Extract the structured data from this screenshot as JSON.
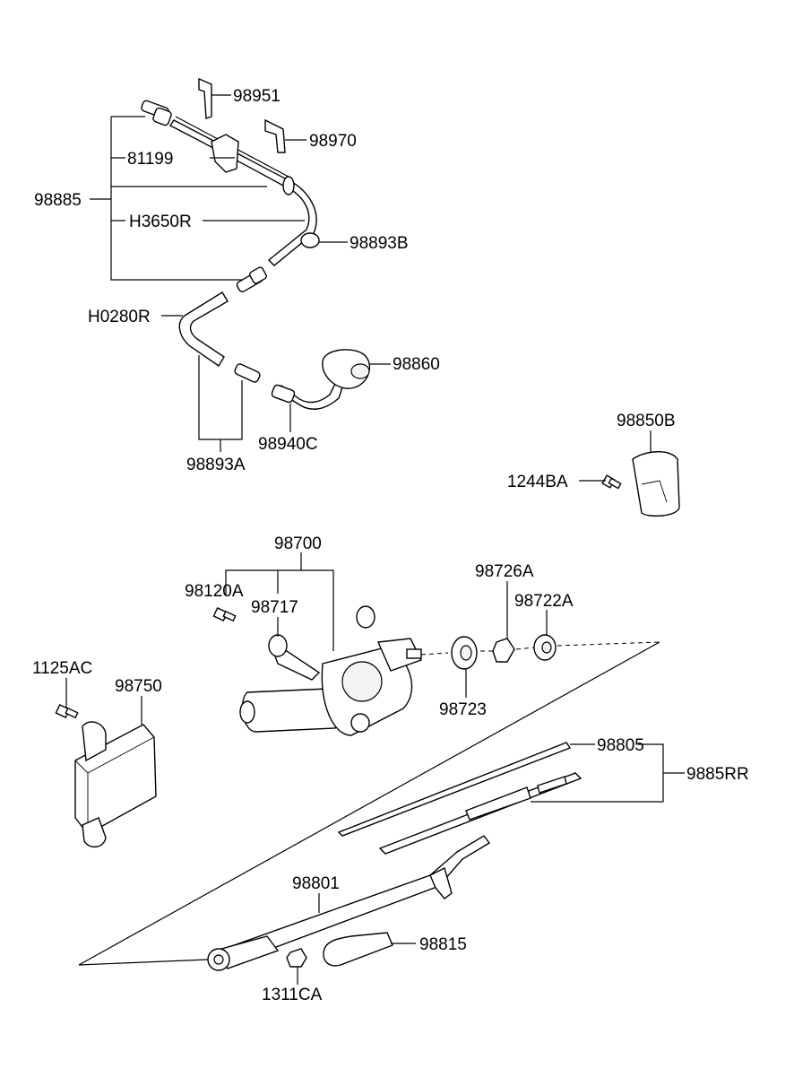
{
  "labels": {
    "p98951": "98951",
    "p98970": "98970",
    "p81199": "81199",
    "p98885": "98885",
    "pH3650R": "H3650R",
    "p98893B": "98893B",
    "pH0280R": "H0280R",
    "p98860": "98860",
    "p98893A": "98893A",
    "p98940C": "98940C",
    "p98850B": "98850B",
    "p1244BA": "1244BA",
    "p98700": "98700",
    "p98120A": "98120A",
    "p98717": "98717",
    "p98726A": "98726A",
    "p98722A": "98722A",
    "p1125AC": "1125AC",
    "p98750": "98750",
    "p98723": "98723",
    "p98805": "98805",
    "p9885RR": "9885RR",
    "p98801": "98801",
    "p98815": "98815",
    "p1311CA": "1311CA"
  }
}
